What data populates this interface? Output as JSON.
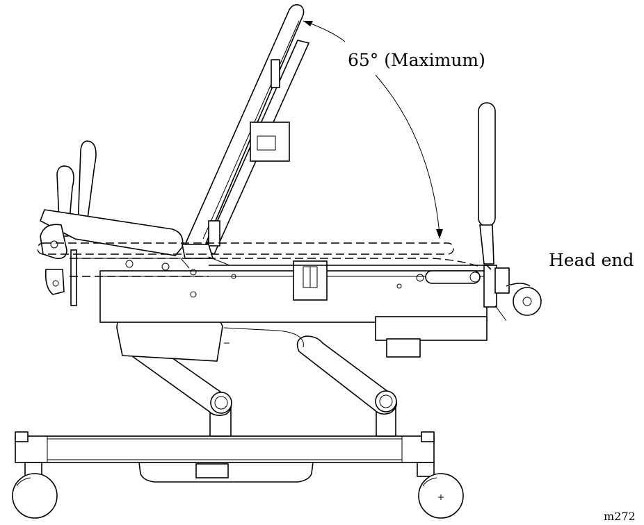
{
  "figure": {
    "angle_label": "65° (Maximum)",
    "end_label": "Head end",
    "figure_code": "m272"
  },
  "colors": {
    "line": "#000000",
    "background": "#ffffff"
  }
}
